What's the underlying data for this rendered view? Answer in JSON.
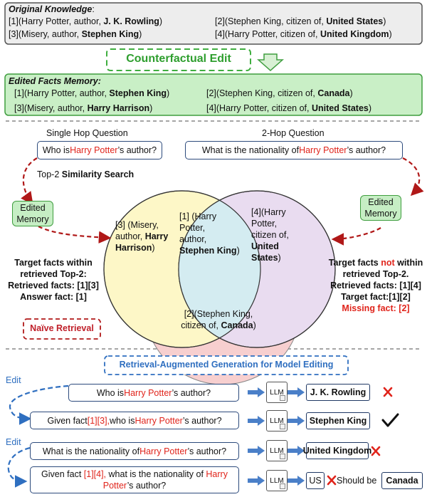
{
  "original": {
    "title": "Original Knowledge",
    "title_suffix": ":",
    "f1_pre": "[1](Harry Potter, author, ",
    "f1_bold": "J. K. Rowling",
    "f1_post": ")",
    "f2_pre": "[2](Stephen King, citizen of, ",
    "f2_bold": "United States",
    "f2_post": ")",
    "f3_pre": "[3](Misery, author, ",
    "f3_bold": "Stephen King",
    "f3_post": ")",
    "f4_pre": "[4](Harry Potter, citizen of, ",
    "f4_bold": "United Kingdom",
    "f4_post": ")"
  },
  "counterfactual_label": "Counterfactual Edit",
  "edited": {
    "title": "Edited Facts Memory:",
    "f1_pre": "[1](Harry Potter, author, ",
    "f1_bold": "Stephen King",
    "f1_post": ")",
    "f2_pre": "[2](Stephen King, citizen of, ",
    "f2_bold": "Canada",
    "f2_post": ")",
    "f3_pre": "[3](Misery, author, ",
    "f3_bold": "Harry Harrison",
    "f3_post": ")",
    "f4_pre": "[4](Harry Potter, citizen of, ",
    "f4_bold": "United States",
    "f4_post": ")"
  },
  "single_hop": {
    "header": "Single Hop Question",
    "q_pre": "Who is ",
    "q_red": "Harry Potter",
    "q_post": "’s author?",
    "search_pre": "Top-2 ",
    "search_bold": "Similarity Search",
    "memory": "Edited Memory",
    "target_l1": "Target facts within",
    "target_l2": "retrieved Top-2:",
    "target_l3": "Retrieved facts: [1][3]",
    "target_l4": "Answer fact: [1]"
  },
  "two_hop": {
    "header": "2-Hop Question",
    "q_pre": "What is the nationality of ",
    "q_red": "Harry Potter",
    "q_post": "’s author?",
    "memory": "Edited Memory",
    "target_l1a": "Target facts ",
    "target_l1red": "not",
    "target_l1b": " within",
    "target_l2": "retrieved Top-2.",
    "target_l3": "Retrieved facts: [1][4]",
    "target_l4": "Target fact:[1][2]",
    "target_l5": "Missing fact: [2]"
  },
  "venn": {
    "left_l1": "[3] (Misery,",
    "left_l2": "author, ",
    "left_l2b": "Harry",
    "left_l3": "Harrison",
    "left_l3b": ")",
    "mid_l1": "[1] (Harry",
    "mid_l2": "Potter,",
    "mid_l3": "author,",
    "mid_l4": "Stephen King",
    "mid_l4b": ")",
    "right_l1": "[4](Harry",
    "right_l2": "Potter,",
    "right_l3": "citizen of,",
    "right_l4": "United",
    "right_l5": "States",
    "right_l5b": ")",
    "bottom_l1": "[2](Stephen King,",
    "bottom_l2": "citizen of, ",
    "bottom_l2b": "Canada",
    "bottom_l2c": ")",
    "colors": {
      "left": "#fdf7c7",
      "right": "#e9dcf0",
      "bottom": "#f7cfcf",
      "overlap": "#d4ecf1"
    }
  },
  "naive_retrieval": "Naïve Retrieval",
  "rag": {
    "title": "Retrieval-Augmented Generation for Model Editing",
    "edit1": "Edit",
    "edit2": "Edit",
    "llm": "LLM",
    "r1_pre": "Who is ",
    "r1_red": "Harry Potter",
    "r1_post": "’s author?",
    "r1_ans": "J. K. Rowling",
    "r2_pre": "Given fact ",
    "r2_red1": "[1][3],",
    "r2_mid": " who is ",
    "r2_red2": "Harry Potter",
    "r2_post": "’s author?",
    "r2_ans": "Stephen King",
    "r3_pre": "What is the nationality of ",
    "r3_red": "Harry Potter",
    "r3_post": "’s author?",
    "r3_ans": "United Kingdom",
    "r4_pre": "Given fact ",
    "r4_red1": "[1][4],",
    "r4_mid": " what is the nationality of ",
    "r4_red2": "Harry",
    "r4_l2red": "Potter",
    "r4_l2post": "’s author?",
    "r4_ans": "US",
    "should_be": "Should be",
    "should_ans": "Canada"
  }
}
